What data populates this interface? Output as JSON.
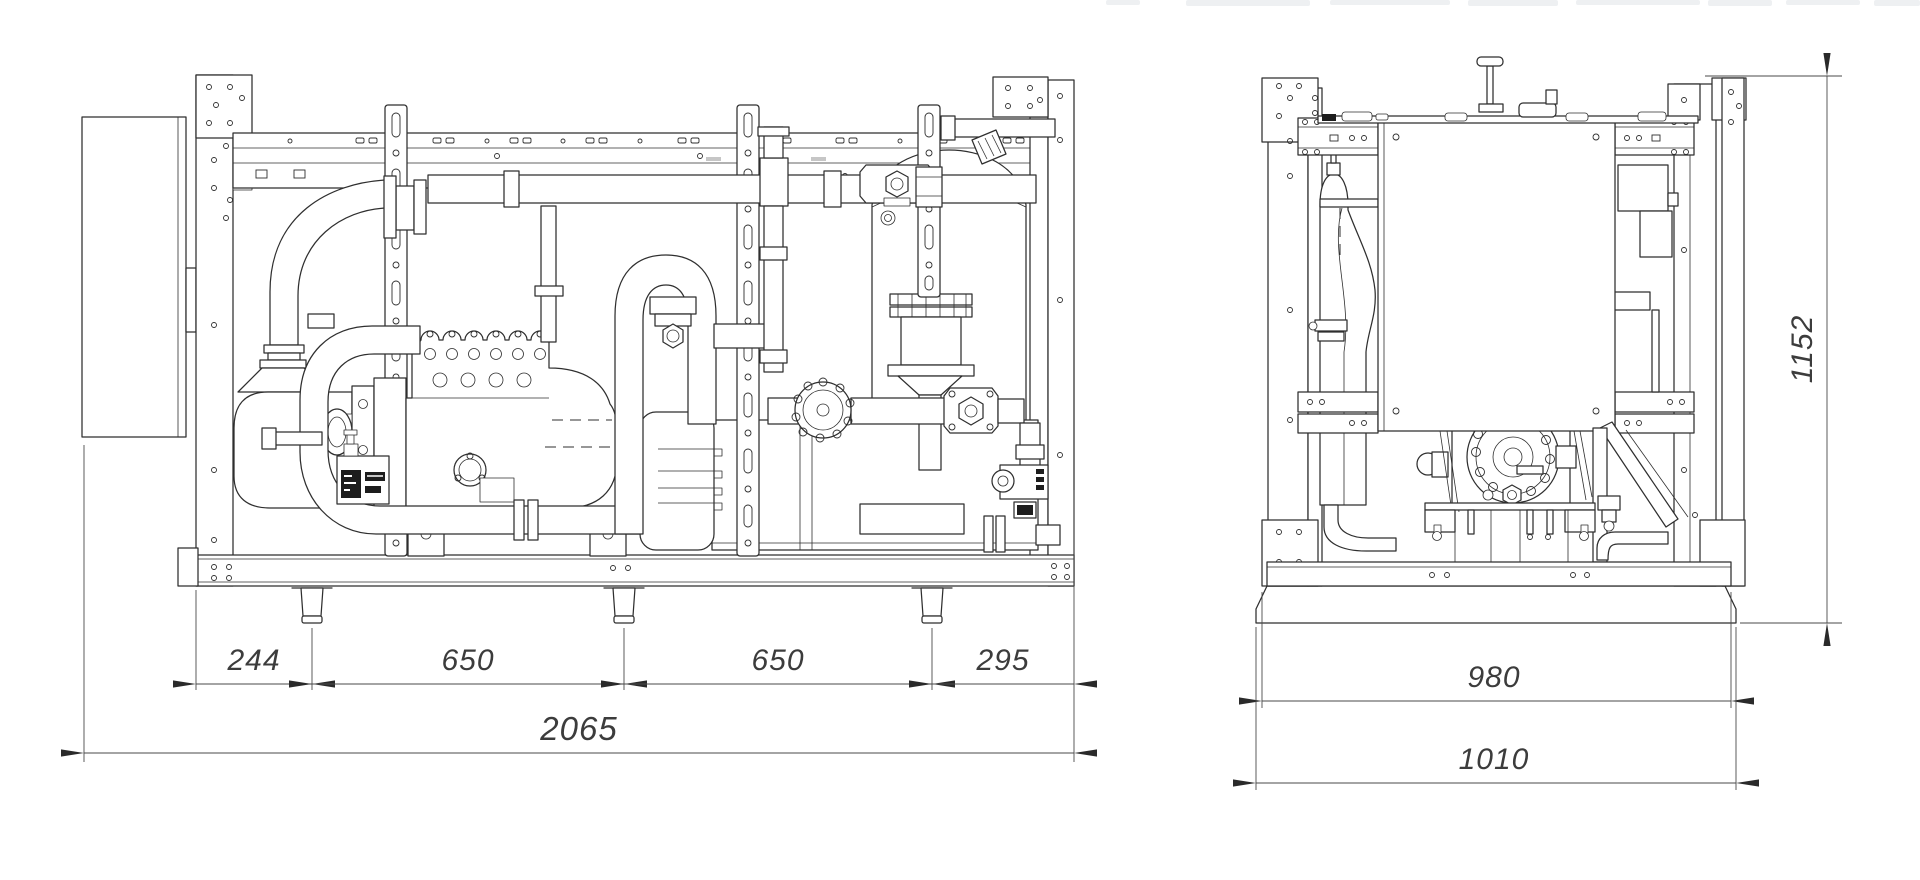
{
  "page": {
    "background": "#ffffff"
  },
  "drawing": {
    "kind": "engineering-orthographic-drawing",
    "subject": "compressor-unit",
    "line_color": "#2f2f2f",
    "dimension_color": "#3c3c3c",
    "views": {
      "front": {
        "label": "front-view",
        "dimensions": {
          "segments": [
            "244",
            "650",
            "650",
            "295"
          ],
          "overall_width": "2065"
        }
      },
      "side": {
        "label": "side-view",
        "dimensions": {
          "frame_width": "980",
          "base_width": "1010",
          "overall_height": "1152"
        }
      }
    },
    "top_edge_artifact_color": "#eef0f2"
  }
}
